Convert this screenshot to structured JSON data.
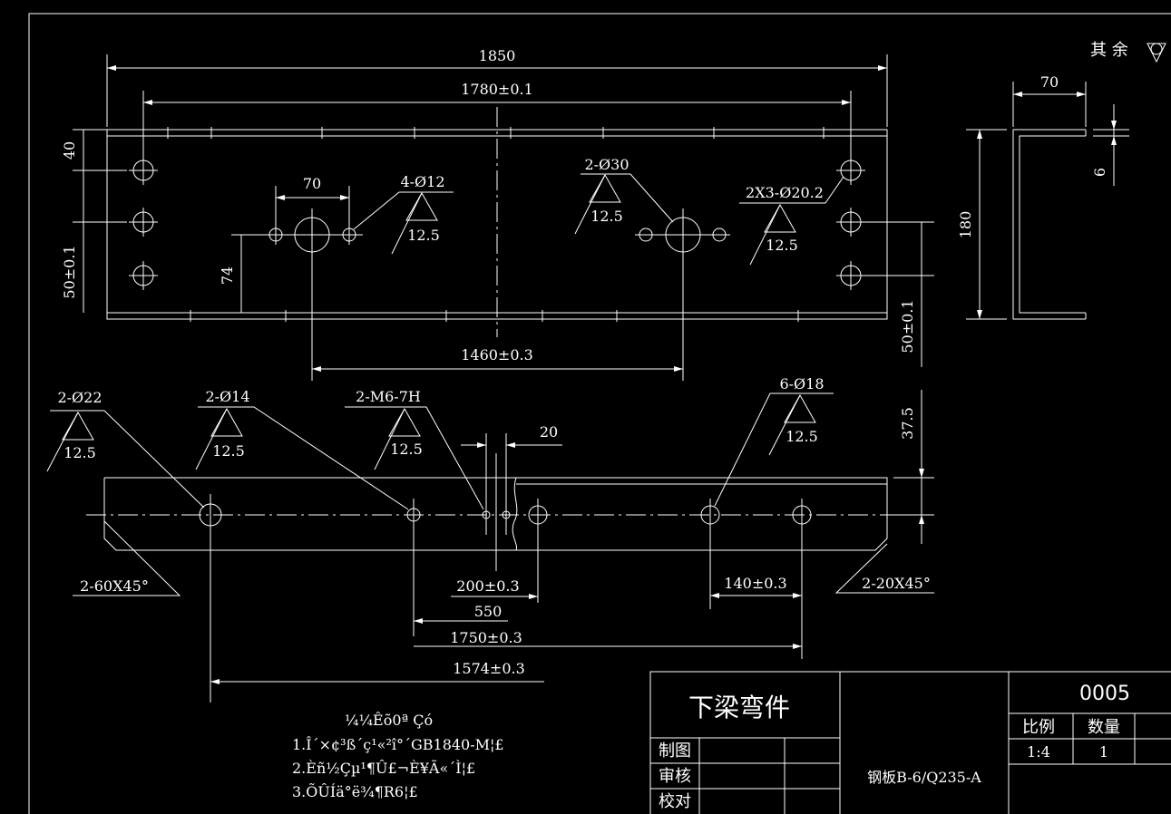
{
  "top_view": {
    "overall_length": "1850",
    "hole_span": "1780±0.1",
    "edge_40": "40",
    "edge_50": "50±0.1",
    "hole_pitch_70": "70",
    "holes_4_12": "4-Ø12",
    "holes_2_30": "2-Ø30",
    "holes_2x3_20": "2X3-Ø20.2",
    "roughness": "12.5",
    "dim_74": "74",
    "span_1460": "1460±0.3",
    "edge_50_right": "50±0.1"
  },
  "section_view": {
    "flange_70": "70",
    "height_180": "180",
    "thickness_6": "6"
  },
  "surface_note": "其 余",
  "front_view": {
    "holes_2_22": "2-Ø22",
    "holes_2_14": "2-Ø14",
    "holes_m6": "2-M6-7H",
    "holes_6_18": "6-Ø18",
    "dim_20": "20",
    "dim_37_5": "37.5",
    "chamfer_left": "2-60X45°",
    "chamfer_right": "2-20X45°",
    "dim_200": "200±0.3",
    "dim_550": "550",
    "dim_140": "140±0.3",
    "dim_1750": "1750±0.3",
    "dim_1574": "1574±0.3",
    "roughness": "12.5"
  },
  "notes": {
    "heading": "¼¼Êõ0ª Çó",
    "items": [
      "1.Î´×¢³ß´ç¹«²î°´GB1840-M¦£",
      "2.Èñ½Çµ¹¶Û£¬È¥Ã«´Ì¦£",
      "3.ÕÛÍä°ë¾¶R6¦£"
    ]
  },
  "title_block": {
    "part_name": "下梁弯件",
    "drawing_no": "0005",
    "scale_label": "比例",
    "qty_label": "数量",
    "scale_value": "1:4",
    "qty_value": "1",
    "row_draw": "制图",
    "row_review": "审核",
    "row_check": "校对",
    "material": "钢板B-6/Q235-A"
  }
}
